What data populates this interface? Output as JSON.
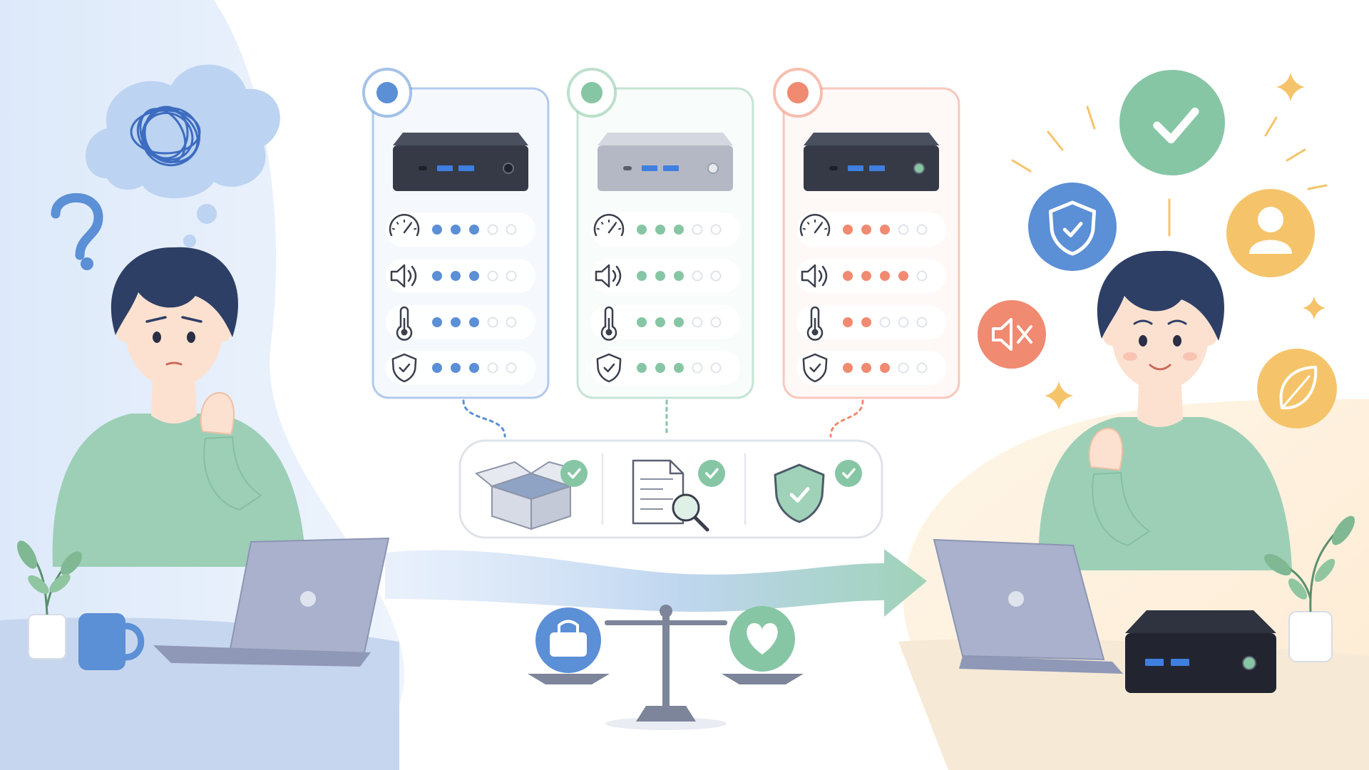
{
  "colors": {
    "blue": "#5b8fd6",
    "green": "#86c6a4",
    "coral": "#f08a70",
    "yellow": "#f5c46a",
    "navy": "#2e3f66",
    "sweater": "#9ccfb6",
    "skin": "#fde1d0",
    "laptop": "#a9b1cc",
    "device_dark": "#3a3f4c",
    "device_light": "#b4b8c4",
    "empty_dot": "#dfe3ea"
  },
  "comparison_cards": [
    {
      "name": "card-blue",
      "color": "#5b8fd6",
      "device": "dark",
      "ratings": {
        "performance": 3,
        "noise": 3,
        "temperature": 3,
        "security": 3
      }
    },
    {
      "name": "card-green",
      "color": "#86c6a4",
      "device": "silver",
      "ratings": {
        "performance": 3,
        "noise": 3,
        "temperature": 3,
        "security": 3
      }
    },
    {
      "name": "card-coral",
      "color": "#f08a70",
      "device": "dark",
      "ratings": {
        "performance": 3,
        "noise": 4,
        "temperature": 2,
        "security": 3
      }
    }
  ],
  "rating_max": 5,
  "rating_icons": [
    "gauge-icon",
    "speaker-icon",
    "thermometer-icon",
    "shield-check-icon"
  ],
  "checklist_icons": [
    "open-box-icon",
    "document-search-icon",
    "shield-check-icon"
  ],
  "benefit_icons": [
    "check-circle-icon",
    "shield-icon",
    "user-icon",
    "mute-icon",
    "leaf-icon"
  ],
  "scale_icons": [
    "briefcase-icon",
    "heart-icon"
  ]
}
